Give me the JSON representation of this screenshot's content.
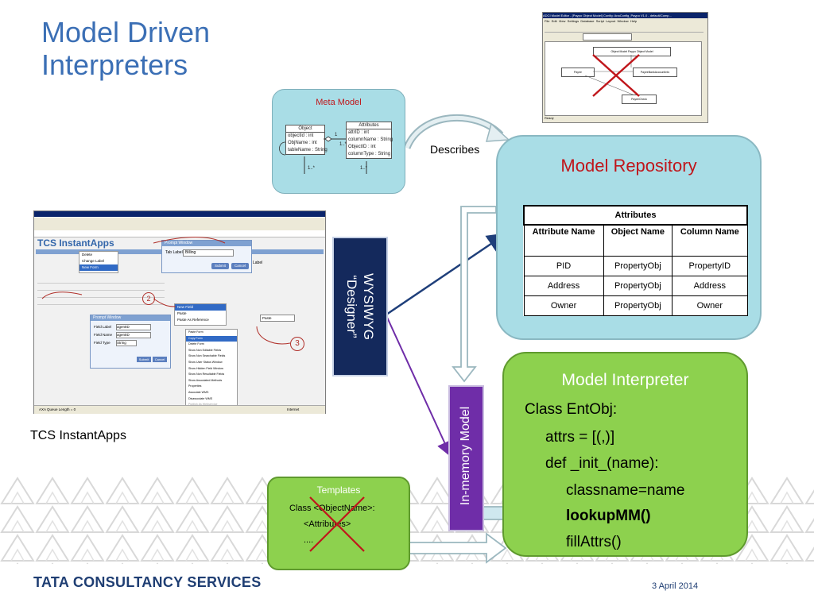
{
  "slide_title": {
    "line1": "Model Driven",
    "line2": "Interpreters"
  },
  "meta_model": {
    "title": "Meta Model",
    "object_class": {
      "name": "Object",
      "attrs": [
        "objectId : int",
        "ObjName : int",
        "tableName : String"
      ]
    },
    "attributes_class": {
      "name": "Attributes",
      "attrs": [
        "attrID : int",
        "columnName : String",
        "ObjectID : int",
        "columnType : String"
      ]
    },
    "multiplicity_left": "1",
    "multiplicity_right": "1..*",
    "bottom_left": "1..*",
    "bottom_right": "1..*"
  },
  "describes_label": "Describes",
  "model_editor": {
    "title": "ADCI Model Editor - [Paypo Object Model] Config: AnaConfig_Paypo V1.0 - default/Comp...",
    "menu": [
      "File",
      "Edit",
      "View",
      "Settings",
      "Database",
      "Script",
      "Layout",
      "Window",
      "Help"
    ],
    "node_top": "Object Model  Paypo Object Model",
    "node_left": "Payee",
    "node_right": "PayeeBankAccountInfo",
    "node_bottom": "PayeeCheck",
    "status": "Ready"
  },
  "repository": {
    "title": "Model Repository",
    "table_caption": "Attributes",
    "headers": [
      "Attribute Name",
      "Object Name",
      "Column Name"
    ],
    "rows": [
      [
        "PID",
        "PropertyObj",
        "PropertyID"
      ],
      [
        "Address",
        "PropertyObj",
        "Address"
      ],
      [
        "Owner",
        "PropertyObj",
        "Owner"
      ]
    ]
  },
  "wysiwyg": {
    "line1": "WYSIWYG",
    "line2": "“Designer”"
  },
  "in_memory": "In-memory Model",
  "interpreter": {
    "title": "Model Interpreter",
    "lines": [
      "Class EntObj:",
      "attrs = [(,)]",
      "def _init_(name):",
      "classname=name",
      "lookupMM()",
      "fillAttrs()"
    ]
  },
  "templates": {
    "title": "Templates",
    "lines": [
      "Class <ObjectName>:",
      "<Attributes>",
      "...."
    ]
  },
  "instantapps": {
    "caption": "TCS InstantApps",
    "brand": "TCS InstantApps",
    "prompt_title": "Prompt Window",
    "tab_label": "Tab Label:",
    "tab_value": "Billing",
    "context_menu": [
      "Delete",
      "Change Label",
      "New Form"
    ],
    "submit": "Submit",
    "cancel": "Cancel",
    "label_text": "Label",
    "menu2": [
      "New Field",
      "Paste",
      "Paste As Reference"
    ],
    "field_labels": [
      "Field Label",
      "Field Name",
      "Field Type"
    ],
    "field_values": [
      "agentID",
      "agentID",
      "String"
    ],
    "menu3": [
      "Paste Form",
      "Copy Form",
      "Delete Form",
      "Show Non Editable Fields",
      "Show Non Searchable Fields",
      "Show User Status Window",
      "Show Hidden Field Window",
      "Show Non Resultable Fields",
      "Show Associated Methods",
      "Properties",
      "Associate WMS",
      "Disassociate WMS",
      "Publish As Webservice"
    ],
    "paste_btn": "Paste",
    "callouts": [
      "2",
      "3"
    ],
    "status": "AXA Queue Length = 0",
    "internet": "Internet"
  },
  "footer": {
    "company": "TATA CONSULTANCY SERVICES",
    "date": "3 April 2014"
  },
  "colors": {
    "title_blue": "#3b6fb5",
    "red": "#c0161b",
    "teal_box": "#a9dde6",
    "green_box": "#8dd14e",
    "navy": "#14295c",
    "purple": "#6f2da8"
  }
}
